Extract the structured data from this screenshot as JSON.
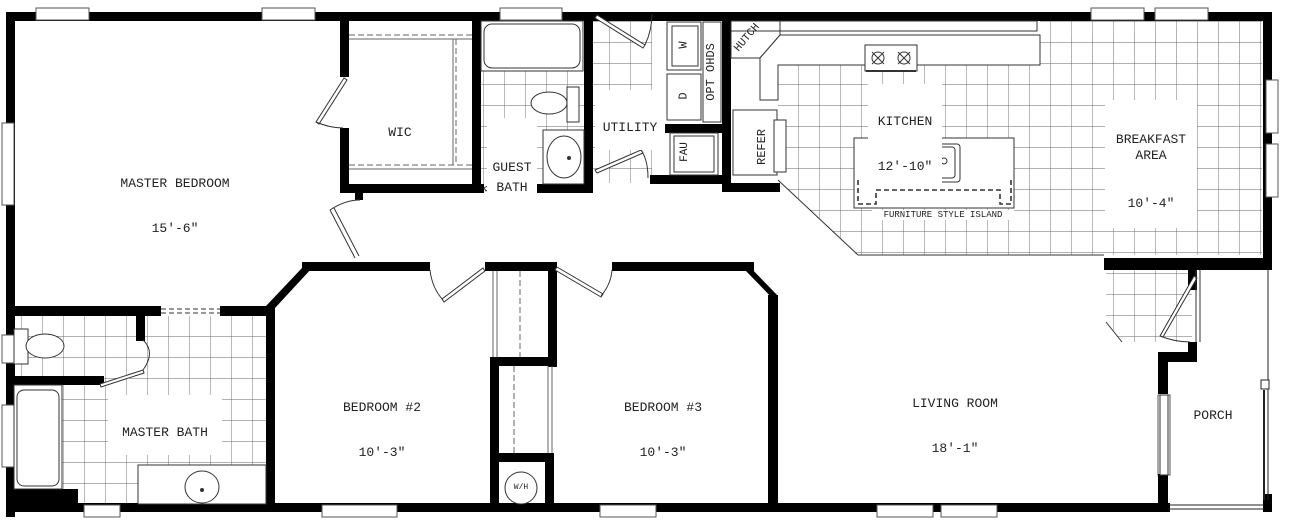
{
  "plan": {
    "type": "floor plan",
    "wall_color": "#000000",
    "tile_line_color": "#555555",
    "background": "#ffffff"
  },
  "rooms": {
    "master_bedroom": {
      "name": "MASTER BEDROOM",
      "size": "15'-6\""
    },
    "wic": {
      "name": "WIC"
    },
    "guest_bath": {
      "name": "GUEST\nBATH"
    },
    "utility": {
      "name": "UTILITY"
    },
    "kitchen": {
      "name": "KITCHEN",
      "size": "12'-10\""
    },
    "breakfast": {
      "name": "BREAKFAST\nAREA",
      "size": "10'-4\""
    },
    "master_bath": {
      "name": "MASTER BATH"
    },
    "bedroom2": {
      "name": "BEDROOM #2",
      "size": "10'-3\""
    },
    "bedroom3": {
      "name": "BEDROOM #3",
      "size": "10'-3\""
    },
    "living_room": {
      "name": "LIVING ROOM",
      "size": "18'-1\""
    },
    "porch": {
      "name": "PORCH"
    }
  },
  "fixtures": {
    "washer": "W",
    "dryer": "D",
    "opt_ohds": "OPT OHDS",
    "fau": "FAU",
    "hutch": "HUTCH",
    "refer": "REFER",
    "island": "FURNITURE STYLE ISLAND",
    "water_heater": "W/H"
  }
}
